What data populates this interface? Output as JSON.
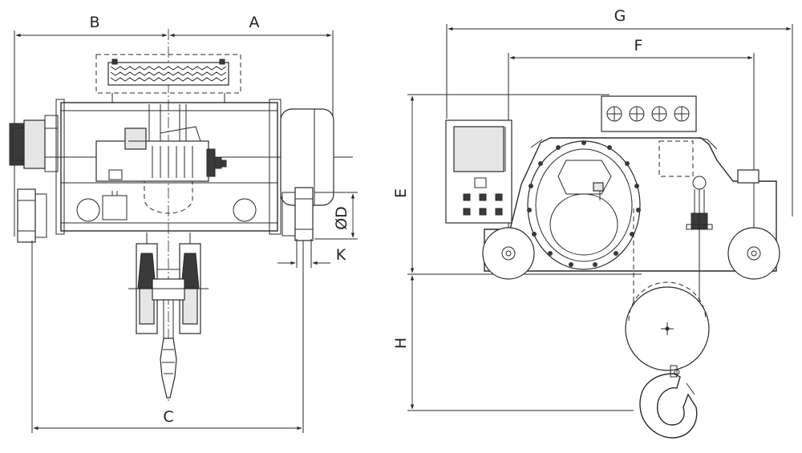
{
  "labels": {
    "A": "A",
    "B": "B",
    "C": "C",
    "D": "ØD",
    "K": "K",
    "E": "E",
    "F": "F",
    "G": "G",
    "H": "H"
  }
}
